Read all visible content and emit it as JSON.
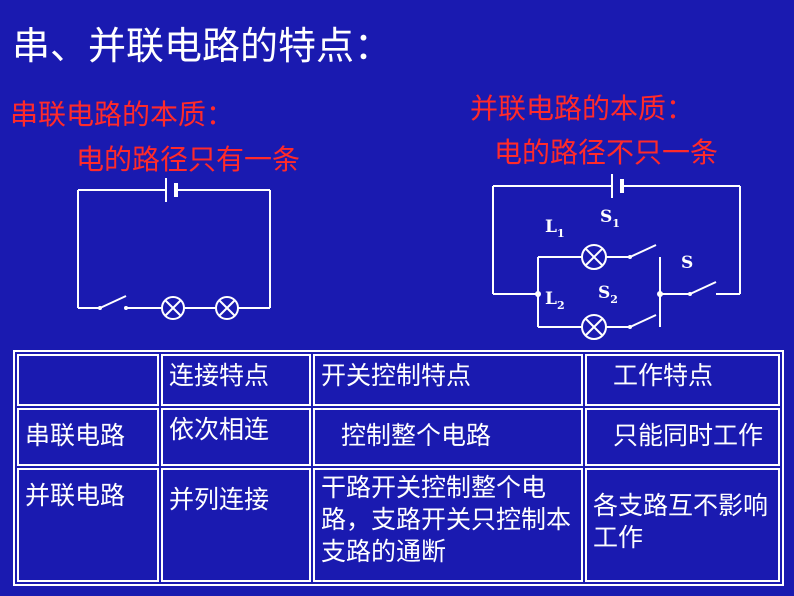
{
  "title": "串、并联电路的特点：",
  "series_circuit": {
    "heading": "串联电路的本质：",
    "essence": "电的路径只有一条"
  },
  "parallel_circuit": {
    "heading": "并联电路的本质：",
    "essence": "电的路径不只一条",
    "labels": {
      "L1": "L",
      "L1_sub": "1",
      "S1": "S",
      "S1_sub": "1",
      "L2": "L",
      "L2_sub": "2",
      "S2": "S",
      "S2_sub": "2",
      "S": "S"
    }
  },
  "table": {
    "headers": [
      "",
      "连接特点",
      "开关控制特点",
      "工作特点"
    ],
    "rows": [
      {
        "name": "串联电路",
        "connection": "依次相连",
        "switch_control": "控制整个电路",
        "working": "只能同时工作"
      },
      {
        "name": "并联电路",
        "connection": "并列连接",
        "switch_control": "干路开关控制整个电路，支路开关只控制本支路的通断",
        "working": "各支路互不影响工作"
      }
    ]
  },
  "colors": {
    "background": "#1a1ab0",
    "heading": "#ff2a2a",
    "text": "#ffffff"
  }
}
